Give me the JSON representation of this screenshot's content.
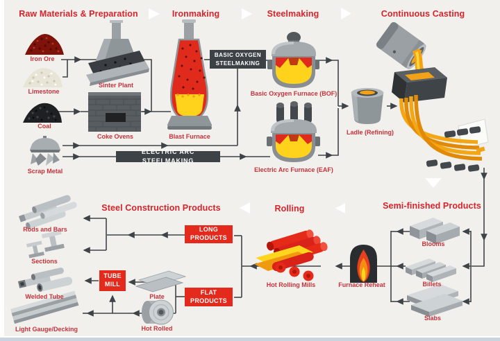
{
  "sections": {
    "top": [
      {
        "label": "Raw Materials & Preparation"
      },
      {
        "label": "Ironmaking"
      },
      {
        "label": "Steelmaking"
      },
      {
        "label": "Continuous Casting"
      }
    ],
    "bottom": [
      {
        "label": "Steel Construction Products"
      },
      {
        "label": "Rolling"
      },
      {
        "label": "Semi-finished Products"
      }
    ]
  },
  "process_banners": {
    "basic_oxygen": "BASIC OXYGEN STEELMAKING",
    "electric_arc": "ELECTRIC ARC STEELMAKING"
  },
  "route_boxes": {
    "long_products": "LONG PRODUCTS",
    "flat_products": "FLAT PRODUCTS",
    "tube_mill": "TUBE MILL"
  },
  "nodes": {
    "iron_ore": "Iron Ore",
    "limestone": "Limestone",
    "coal": "Coal",
    "scrap_metal": "Scrap Metal",
    "sinter_plant": "Sinter Plant",
    "coke_ovens": "Coke Ovens",
    "blast_furnace": "Blast Furnace",
    "basic_oxygen_furnace": "Basic Oxygen Furnace (BOF)",
    "electric_arc_furnace": "Electric Arc Furnace (EAF)",
    "ladle": "Ladle (Refining)",
    "blooms": "Blooms",
    "billets": "Billets",
    "slabs": "Slabs",
    "furnace_reheat": "Furnace Reheat",
    "hot_rolling_mills": "Hot Rolling Mills",
    "plate": "Plate",
    "hot_rolled": "Hot Rolled",
    "welded_tube": "Welded Tube",
    "light_gauge_decking": "Light Gauge/Decking",
    "rods_and_bars": "Rods and Bars",
    "sections": "Sections"
  },
  "colors": {
    "background": "#f1f0ed",
    "heading_red": "#d8232a",
    "label_red": "#c6323a",
    "banner_bg": "#3d4247",
    "route_box_red": "#e42a1c",
    "flow_line": "#3e4347",
    "molten_yellow": "#ffd31c",
    "molten_orange": "#f2a216"
  }
}
